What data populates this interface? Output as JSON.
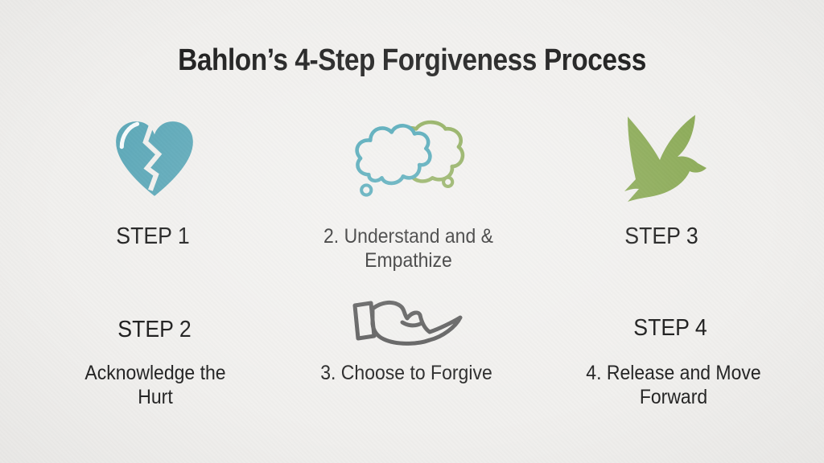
{
  "slide": {
    "title": "Bahlon’s 4-Step Forgiveness Process",
    "columns": {
      "left": {
        "step_top": "STEP 1",
        "step_bottom": "STEP 2",
        "caption": "Acknowledge the Hurt"
      },
      "middle": {
        "top_caption": "2. Understand and & Empathize",
        "bottom_caption": "3. Choose to Forgive"
      },
      "right": {
        "step_top": "STEP 3",
        "step_bottom": "STEP 4",
        "caption": "4. Release and Move Forward"
      }
    },
    "icons": {
      "broken_heart": {
        "name": "broken-heart-icon",
        "color": "#5ca8b8"
      },
      "thought_clouds": {
        "name": "thought-clouds-icon",
        "teal": "#4aa5b5",
        "olive": "#8cab57"
      },
      "dove": {
        "name": "dove-icon",
        "color": "#8cab57"
      },
      "open_hand": {
        "name": "open-hand-icon",
        "color": "#5a5a5a"
      }
    },
    "colors": {
      "background": "#f1f0ee",
      "text": "#262626"
    }
  }
}
